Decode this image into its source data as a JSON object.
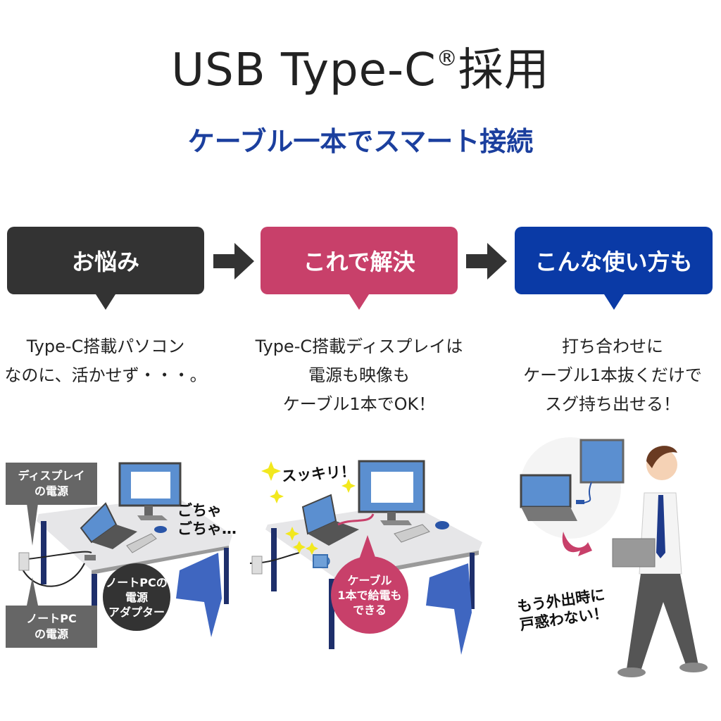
{
  "header": {
    "title": "USB Type-C",
    "title_mark": "®",
    "title_suffix": "採用",
    "subtitle": "ケーブル一本でスマート接続"
  },
  "steps": [
    {
      "label": "お悩み",
      "color": "#333333",
      "lines": [
        "Type-C搭載パソコン",
        "なのに、活かせず・・・。"
      ]
    },
    {
      "label": "これで解決",
      "color": "#c8406a",
      "lines": [
        "Type-C搭載ディスプレイは",
        "電源も映像も",
        "ケーブル1本でOK！"
      ]
    },
    {
      "label": "こんな使い方も",
      "color": "#0a3aa6",
      "lines": [
        "打ち合わせに",
        "ケーブル1本抜くだけで",
        "スグ持ち出せる！"
      ]
    }
  ],
  "illustrations": {
    "problem": {
      "display_power": [
        "ディスプレイ",
        "の電源"
      ],
      "notepc_power": [
        "ノートPC",
        "の電源"
      ],
      "adapter": [
        "ノートPCの",
        "電源",
        "アダプター"
      ],
      "messy": [
        "ごちゃ",
        "ごちゃ…"
      ]
    },
    "solution": {
      "clean": "スッキリ！",
      "bubble": [
        "ケーブル",
        "1本で給電も",
        "できる"
      ]
    },
    "usage": {
      "caption": [
        "もう外出時に",
        "戸惑わない！"
      ]
    }
  }
}
